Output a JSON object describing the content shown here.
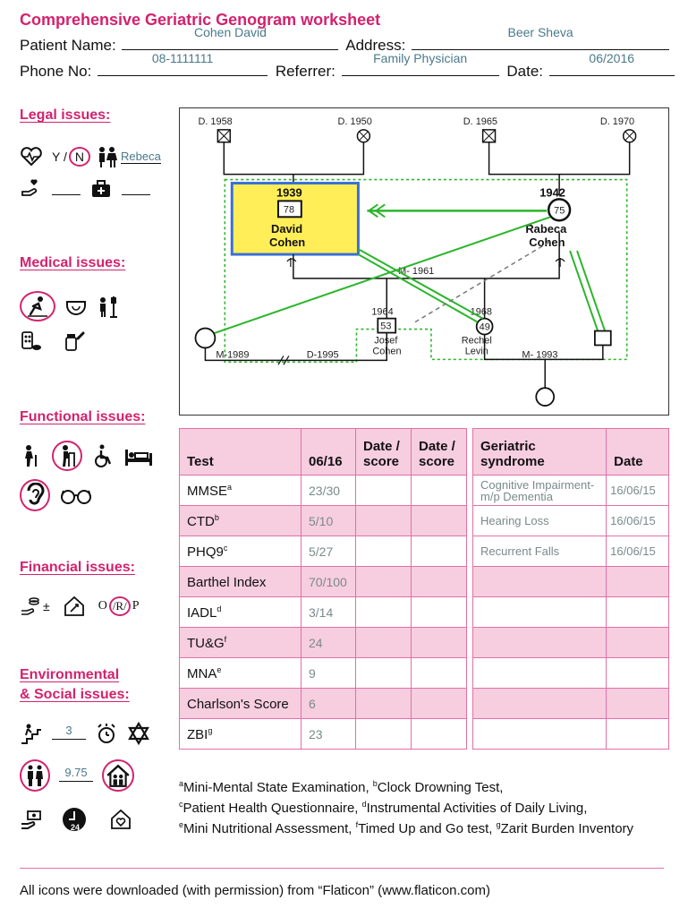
{
  "title": "Comprehensive Geriatric Genogram worksheet",
  "patient": {
    "name_label": "Patient Name:",
    "name_value": "Cohen David",
    "address_label": "Address:",
    "address_value": "Beer Sheva",
    "phone_label": "Phone No:",
    "phone_value": "08-1111111",
    "referrer_label": "Referrer:",
    "referrer_value": "Family Physician",
    "date_label": "Date:",
    "date_value": "06/2016"
  },
  "sections": {
    "legal": "Legal issues:",
    "medical": "Medical issues:",
    "functional": "Functional issues:",
    "financial": "Financial issues:",
    "environmental_1": "Environmental",
    "environmental_2": "& Social issues:"
  },
  "legal": {
    "yn": "Y /",
    "n": "N",
    "proxy": "Rebeca"
  },
  "financial": {
    "plusminus": "±",
    "o": "O",
    "r": "/R/",
    "p": "P"
  },
  "environmental": {
    "stairs_value": "3",
    "distance_value": "9.75",
    "clock_value": "24"
  },
  "genogram": {
    "gp1": "D. 1958",
    "gp2": "D. 1950",
    "gp3": "D. 1965",
    "gp4": "D. 1970",
    "david_year": "1939",
    "david_age": "78",
    "david_name1": "David",
    "david_name2": "Cohen",
    "rabeca_year": "1942",
    "rabeca_age": "75",
    "rabeca_name1": "Rabeca",
    "rabeca_name2": "Cohen",
    "marriage": "M- 1961",
    "josef_year": "1964",
    "josef_age": "53",
    "josef_name1": "Josef",
    "josef_name2": "Cohen",
    "rechel_year": "1968",
    "rechel_age": "49",
    "rechel_name1": "Rechel",
    "rechel_name2": "Levin",
    "josef_m": "M-1989",
    "josef_d": "D-1995",
    "rechel_m": "M- 1993"
  },
  "tests": {
    "headers": [
      "Test",
      "06/16",
      "Date / score",
      "Date / score"
    ],
    "rows": [
      {
        "name": "MMSE",
        "sup": "a",
        "score": "23/30"
      },
      {
        "name": "CTD",
        "sup": "b",
        "score": "5/10"
      },
      {
        "name": "PHQ9",
        "sup": "c",
        "score": "5/27"
      },
      {
        "name": "Barthel Index",
        "sup": "",
        "score": "70/100"
      },
      {
        "name": "IADL",
        "sup": "d",
        "score": "3/14"
      },
      {
        "name": "TU&G",
        "sup": "f",
        "score": "24"
      },
      {
        "name": "MNA",
        "sup": "e",
        "score": "9"
      },
      {
        "name": "Charlson's Score",
        "sup": "",
        "score": "6"
      },
      {
        "name": "ZBI",
        "sup": "g",
        "score": "23"
      }
    ]
  },
  "syndromes": {
    "headers": [
      "Geriatric syndrome",
      "Date"
    ],
    "rows": [
      {
        "name": "Cognitive Impairment- m/p Dementia",
        "date": "16/06/15"
      },
      {
        "name": "Hearing Loss",
        "date": "16/06/15"
      },
      {
        "name": "Recurrent Falls",
        "date": "16/06/15"
      }
    ]
  },
  "footnote": {
    "a": "a",
    "a_text": "Mini-Mental State Examination, ",
    "b": "b",
    "b_text": "Clock Drowning Test,",
    "c": "c",
    "c_text": "Patient Health Questionnaire, ",
    "d": "d",
    "d_text": "Instrumental Activities of Daily Living,",
    "e": "e",
    "e_text": "Mini Nutritional Assessment, ",
    "f": "f",
    "f_text": "Timed Up and Go test, ",
    "g": "g",
    "g_text": "Zarit Burden Inventory"
  },
  "credits": "All icons were downloaded (with permission) from “Flaticon” (www.flaticon.com)",
  "colors": {
    "accent": "#d3226e",
    "table_border": "#e36fa6",
    "table_fill": "#f7cde0",
    "highlight": "#ffee58",
    "green": "#2bb52b"
  }
}
